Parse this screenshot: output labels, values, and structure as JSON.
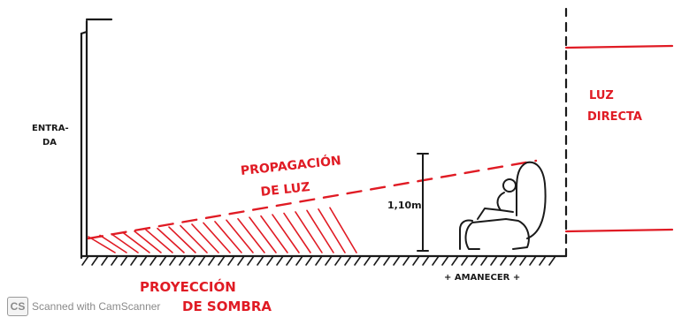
{
  "labels": {
    "entrada_line1": "ENTRA-",
    "entrada_line2": "DA",
    "luz_directa_line1": "LUZ",
    "luz_directa_line2": "DIRECTA",
    "propagacion_line1": "PROPAGACIÓN",
    "propagacion_line2": "DE LUZ",
    "height": "1,10m",
    "amanecer": "+ AMANECER +",
    "proyeccion_line1": "PROYECCIÓN",
    "proyeccion_line2": "DE SOMBRA"
  },
  "watermark": {
    "logo": "CS",
    "text": "Scanned with CamScanner"
  },
  "colors": {
    "ink": "#1a1a1a",
    "red": "#e01b24"
  }
}
